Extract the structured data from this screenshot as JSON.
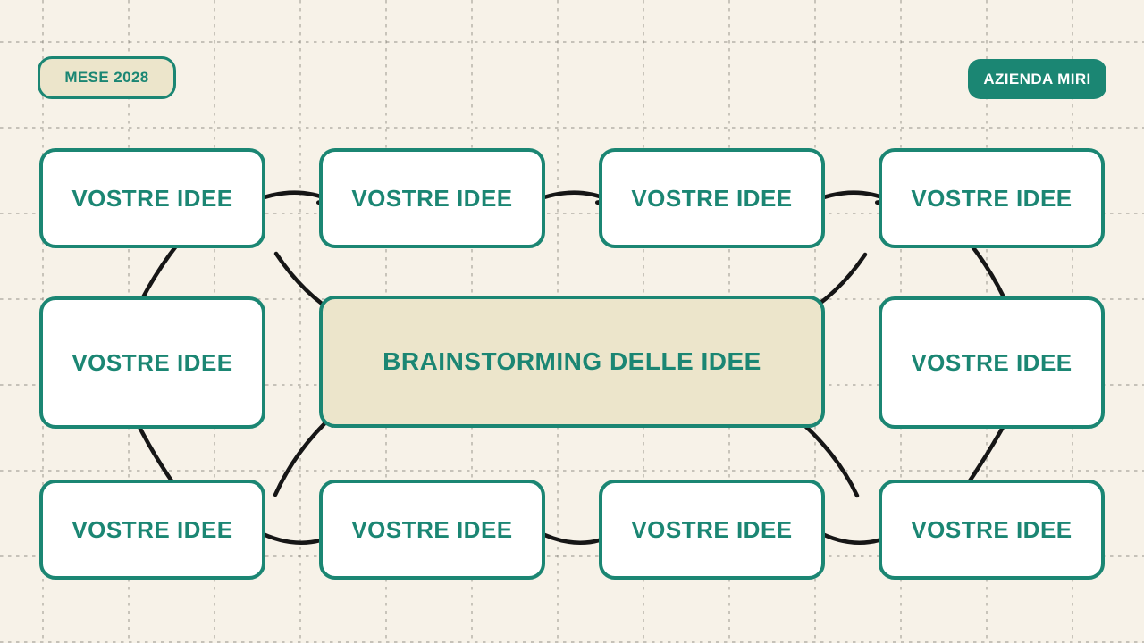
{
  "badges": {
    "date": "MESE 2028",
    "company": "AZIENDA MIRI"
  },
  "diagram": {
    "center": {
      "label": "BRAINSTORMING DELLE IDEE"
    },
    "top_row": [
      {
        "label": "VOSTRE IDEE"
      },
      {
        "label": "VOSTRE IDEE"
      },
      {
        "label": "VOSTRE IDEE"
      },
      {
        "label": "VOSTRE IDEE"
      }
    ],
    "middle_row": [
      {
        "label": "VOSTRE IDEE"
      },
      {
        "label": "VOSTRE IDEE"
      }
    ],
    "bottom_row": [
      {
        "label": "VOSTRE IDEE"
      },
      {
        "label": "VOSTRE IDEE"
      },
      {
        "label": "VOSTRE IDEE"
      },
      {
        "label": "VOSTRE IDEE"
      }
    ]
  },
  "colors": {
    "background": "#f7f2e8",
    "accent_teal": "#1b8673",
    "beige_fill": "#ece5cb",
    "box_fill": "#ffffff",
    "arrow": "#161616",
    "grid": "#6b675f"
  }
}
